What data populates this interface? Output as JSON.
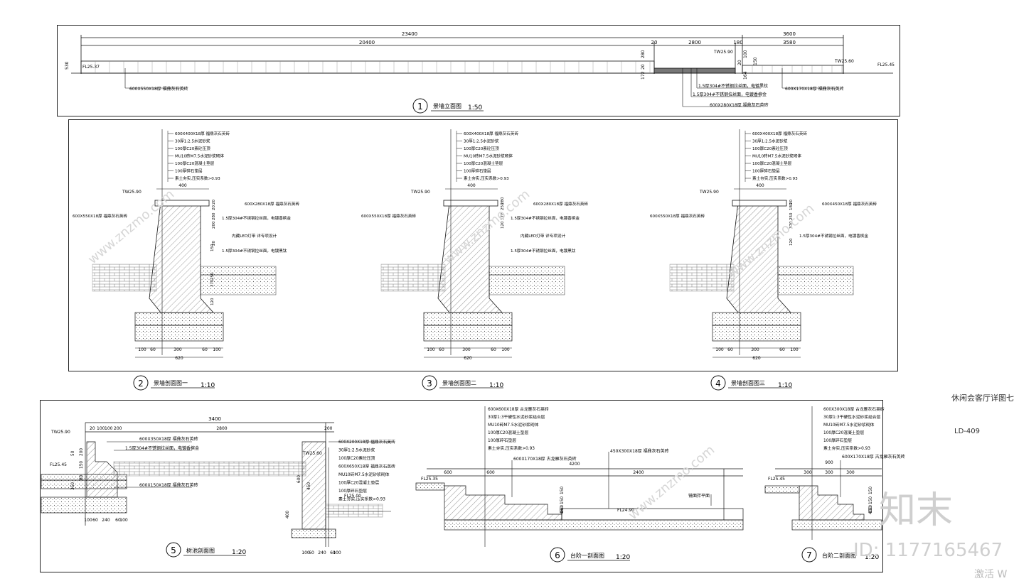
{
  "sheet": {
    "title": "休闲会客厅详图七",
    "code": "LD-409"
  },
  "watermark": {
    "site": "www.znzmo.com",
    "logo": "知末",
    "id": "ID: 1177165467",
    "activate": "激活 W"
  },
  "elevation": {
    "num": "1",
    "title": "景墙立面图",
    "scale": "1:50",
    "dims_top": [
      "23400",
      "3600"
    ],
    "dims_second": [
      "20400",
      "20",
      "2800",
      "180",
      "3580"
    ],
    "levels": [
      "FL25.37",
      "TW25.90",
      "TW25.60",
      "FL25.45"
    ],
    "side_dims": [
      "530",
      "280",
      "20",
      "100",
      "172",
      "20",
      "150",
      "164"
    ],
    "notes": [
      "600X550X18厚 福鼎灰石英砖",
      "1.5厚304#不锈钢拉丝面，电镀黑钛",
      "1.5厚304#不锈钢拉丝面，电镀香槟金",
      "600X280X18厚 福鼎灰石英砖",
      "600X170X18厚 福鼎灰石英砖"
    ]
  },
  "sections": [
    {
      "num": "2",
      "title": "景墙剖面图一",
      "scale": "1:10",
      "layers": [
        "600X400X18厚 福鼎灰石英砖",
        "30厚1:2.5水泥砂浆",
        "100厚C20素砼压顶",
        "MU10砖M7.5水泥砂浆砌体",
        "100厚C20混凝土垫层",
        "100厚碎石垫层",
        "素土夯实,压实系数>0.93"
      ],
      "notes": [
        "600X280X18厚 福鼎灰石英砖",
        "1.5厚304#不锈钢拉丝面，电镀香槟金",
        "内藏LED灯带 详专项设计",
        "1.5厚304#不锈钢拉丝面，电镀黑钛",
        "600X550X18厚 福鼎灰石英砖"
      ],
      "level": "TW25.90",
      "top_dim": "400",
      "small_dims": [
        "20",
        "20",
        "280",
        "200",
        "20",
        "150",
        "250",
        "370",
        "120"
      ],
      "bottom_dims": [
        "100",
        "60",
        "300",
        "60",
        "100"
      ],
      "bottom_total": "620"
    },
    {
      "num": "3",
      "title": "景墙剖面图二",
      "scale": "1:10",
      "layers": [
        "600X400X18厚 福鼎灰石英砖",
        "30厚1:2.5水泥砂浆",
        "100厚C20素砼压顶",
        "MU10砖M7.5水泥砂浆砌体",
        "100厚C20混凝土垫层",
        "100厚碎石垫层",
        "素土夯实,压实系数>0.93"
      ],
      "notes": [
        "600X280X18厚 福鼎灰石英砖",
        "1.5厚304#不锈钢拉丝面，电镀香槟金",
        "内藏LED灯带 详专项设计",
        "1.5厚304#不锈钢拉丝面，电镀黑钛",
        "600X550X18厚 福鼎灰石英砖"
      ],
      "level": "TW25.90",
      "top_dim": "400",
      "small_dims": [
        "280",
        "250",
        "370",
        "120"
      ],
      "bottom_dims": [
        "100",
        "60",
        "300",
        "60",
        "100"
      ],
      "bottom_total": "620"
    },
    {
      "num": "4",
      "title": "景墙剖面图三",
      "scale": "1:10",
      "layers": [
        "600X400X18厚 福鼎灰石英砖",
        "30厚1:2.5水泥砂浆",
        "100厚C20素砼压顶",
        "MU10砖M7.5水泥砂浆砌体",
        "100厚C20混凝土垫层",
        "100厚碎石垫层",
        "素土夯实,压实系数>0.93"
      ],
      "notes": [
        "600X450X18厚 福鼎灰石英砖",
        "1.5厚304#不锈钢拉丝面，电镀香槟金",
        "600X550X18厚 福鼎灰石英砖"
      ],
      "level": "TW25.90",
      "top_dim": "400",
      "small_dims": [
        "20",
        "180",
        "250",
        "370",
        "120"
      ],
      "bottom_dims": [
        "100",
        "60",
        "300",
        "60",
        "100"
      ],
      "bottom_total": "620"
    }
  ],
  "pool": {
    "num": "5",
    "title": "树池剖面图",
    "scale": "1:20",
    "dims_top": [
      "3400",
      "20",
      "100",
      "100",
      "200",
      "2800",
      "200"
    ],
    "levels": [
      "TW25.90",
      "FL25.45",
      "TW25.60",
      "FL25.00"
    ],
    "left_notes": [
      "600X350X18厚 福鼎灰石英砖",
      "1.5厚304#不锈钢拉丝面，电镀香槟金",
      "600X150X18厚 福鼎灰石英砖"
    ],
    "right_notes": [
      "600X200X18厚 福鼎灰石英砖",
      "30厚1:2.5水泥砂浆",
      "100厚C20素砼压顶",
      "600X650X18厚 福鼎灰石英砖",
      "MU10砖M7.5水泥砂浆砌体",
      "100厚C20混凝土垫层",
      "100厚碎石垫层",
      "素土夯实,压实系数>0.93"
    ],
    "side_dims": [
      "50",
      "200",
      "150",
      "80",
      "350",
      "600",
      "450",
      "400"
    ],
    "bottom_dims_left": [
      "100",
      "60",
      "240",
      "60",
      "100"
    ],
    "bottom_dims_right": [
      "100",
      "60",
      "240",
      "60",
      "100"
    ]
  },
  "stair1": {
    "num": "6",
    "title": "台阶一剖面图",
    "scale": "1:20",
    "layers": [
      "600X600X18厚 古龙雁灰石英砖",
      "30厚1:3干硬性水泥砂浆结合层",
      "MU10砖M7.5水泥砂浆砌体",
      "100厚C20混凝土垫层",
      "100厚碎石垫层",
      "素土夯实,压实系数>0.93"
    ],
    "notes": [
      "600X170X18厚 古龙雁灰石英砖",
      "450X300X18厚 福鼎灰石英砖",
      "镜面拌平面"
    ],
    "dims": [
      "600",
      "600",
      "4200",
      "2400"
    ],
    "levels": [
      "FL25.35",
      "FL24.90"
    ],
    "side_dims": [
      "150",
      "150",
      "450",
      "150"
    ]
  },
  "stair2": {
    "num": "7",
    "title": "台阶二剖面图",
    "scale": "1:20",
    "layers": [
      "600X300X18厚 古龙雁灰石英砖",
      "30厚1:3干硬性水泥砂浆结合层",
      "MU10砖M7.5水泥砂浆砌体",
      "100厚C20混凝土垫层",
      "100厚碎石垫层",
      "素土夯实,压实系数>0.93"
    ],
    "notes": [
      "600X170X18厚 古龙雁灰石英砖"
    ],
    "dims": [
      "900",
      "300",
      "300",
      "300"
    ],
    "levels": [
      "FL25.45"
    ],
    "side_dims": [
      "150",
      "150",
      "450",
      "150"
    ]
  }
}
